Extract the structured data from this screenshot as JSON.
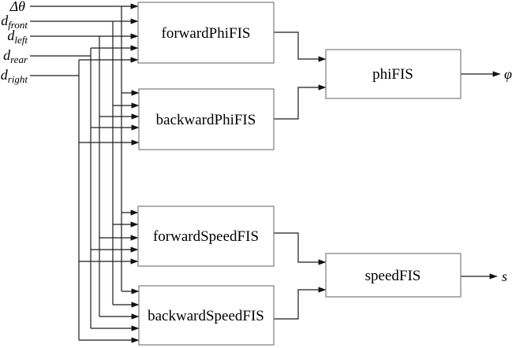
{
  "inputs": [
    {
      "id": "delta_theta",
      "main": "Δθ",
      "sub": ""
    },
    {
      "id": "d_front",
      "main": "d",
      "sub": "front"
    },
    {
      "id": "d_left",
      "main": "d",
      "sub": "left"
    },
    {
      "id": "d_rear",
      "main": "d",
      "sub": "rear"
    },
    {
      "id": "d_right",
      "main": "d",
      "sub": "right"
    }
  ],
  "blocks": {
    "forward_phi": "forwardPhiFIS",
    "backward_phi": "backwardPhiFIS",
    "phi": "phiFIS",
    "forward_speed": "forwardSpeedFIS",
    "backward_speed": "backwardSpeedFIS",
    "speed": "speedFIS"
  },
  "outputs": [
    {
      "id": "phi",
      "label": "φ"
    },
    {
      "id": "s",
      "label": "s"
    }
  ],
  "edges": [
    {
      "from": "Δθ",
      "to": [
        "forwardPhiFIS",
        "backwardPhiFIS",
        "forwardSpeedFIS",
        "backwardSpeedFIS"
      ]
    },
    {
      "from": "d_front",
      "to": [
        "forwardPhiFIS",
        "backwardPhiFIS",
        "forwardSpeedFIS",
        "backwardSpeedFIS"
      ]
    },
    {
      "from": "d_left",
      "to": [
        "forwardPhiFIS",
        "backwardPhiFIS",
        "forwardSpeedFIS",
        "backwardSpeedFIS"
      ]
    },
    {
      "from": "d_rear",
      "to": [
        "forwardPhiFIS",
        "backwardPhiFIS",
        "forwardSpeedFIS",
        "backwardSpeedFIS"
      ]
    },
    {
      "from": "d_right",
      "to": [
        "forwardPhiFIS",
        "backwardPhiFIS",
        "forwardSpeedFIS",
        "backwardSpeedFIS"
      ]
    },
    {
      "from": "forwardPhiFIS",
      "to": [
        "phiFIS"
      ]
    },
    {
      "from": "backwardPhiFIS",
      "to": [
        "phiFIS"
      ]
    },
    {
      "from": "forwardSpeedFIS",
      "to": [
        "speedFIS"
      ]
    },
    {
      "from": "backwardSpeedFIS",
      "to": [
        "speedFIS"
      ]
    },
    {
      "from": "phiFIS",
      "to": [
        "φ"
      ]
    },
    {
      "from": "speedFIS",
      "to": [
        "s"
      ]
    }
  ],
  "colors": {
    "wire": "#1c1c1c",
    "box_border": "#868686",
    "text": "#000000",
    "background": "#ffffff"
  }
}
